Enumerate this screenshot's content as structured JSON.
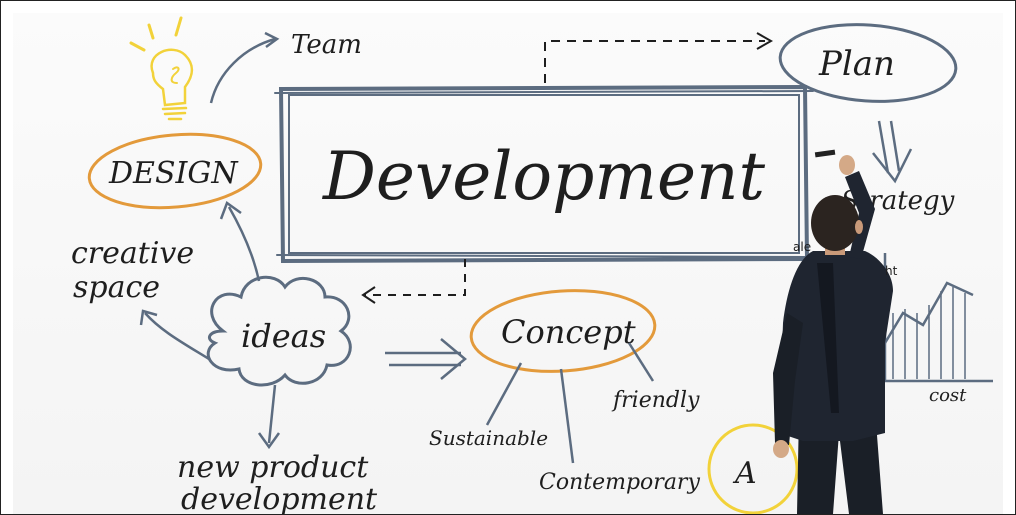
{
  "whiteboard": {
    "title": "Development",
    "nodes": {
      "team": "Team",
      "plan": "Plan",
      "strategy": "Strategy",
      "design": "DESIGN",
      "creative_space_line1": "creative",
      "creative_space_line2": "space",
      "ideas": "ideas",
      "concept": "Concept",
      "friendly": "friendly",
      "sustainable": "Sustainable",
      "contemporary": "Contemporary",
      "new_product_line1": "new product",
      "new_product_line2": "development",
      "cost": "cost",
      "a_label": "A"
    }
  },
  "colors": {
    "ink": "#1e1e1e",
    "orange": "#e39a3b",
    "yellow": "#f2d23a",
    "slate": "#5c6c80",
    "suit": "#1a1f27",
    "skin": "#d4a987"
  }
}
